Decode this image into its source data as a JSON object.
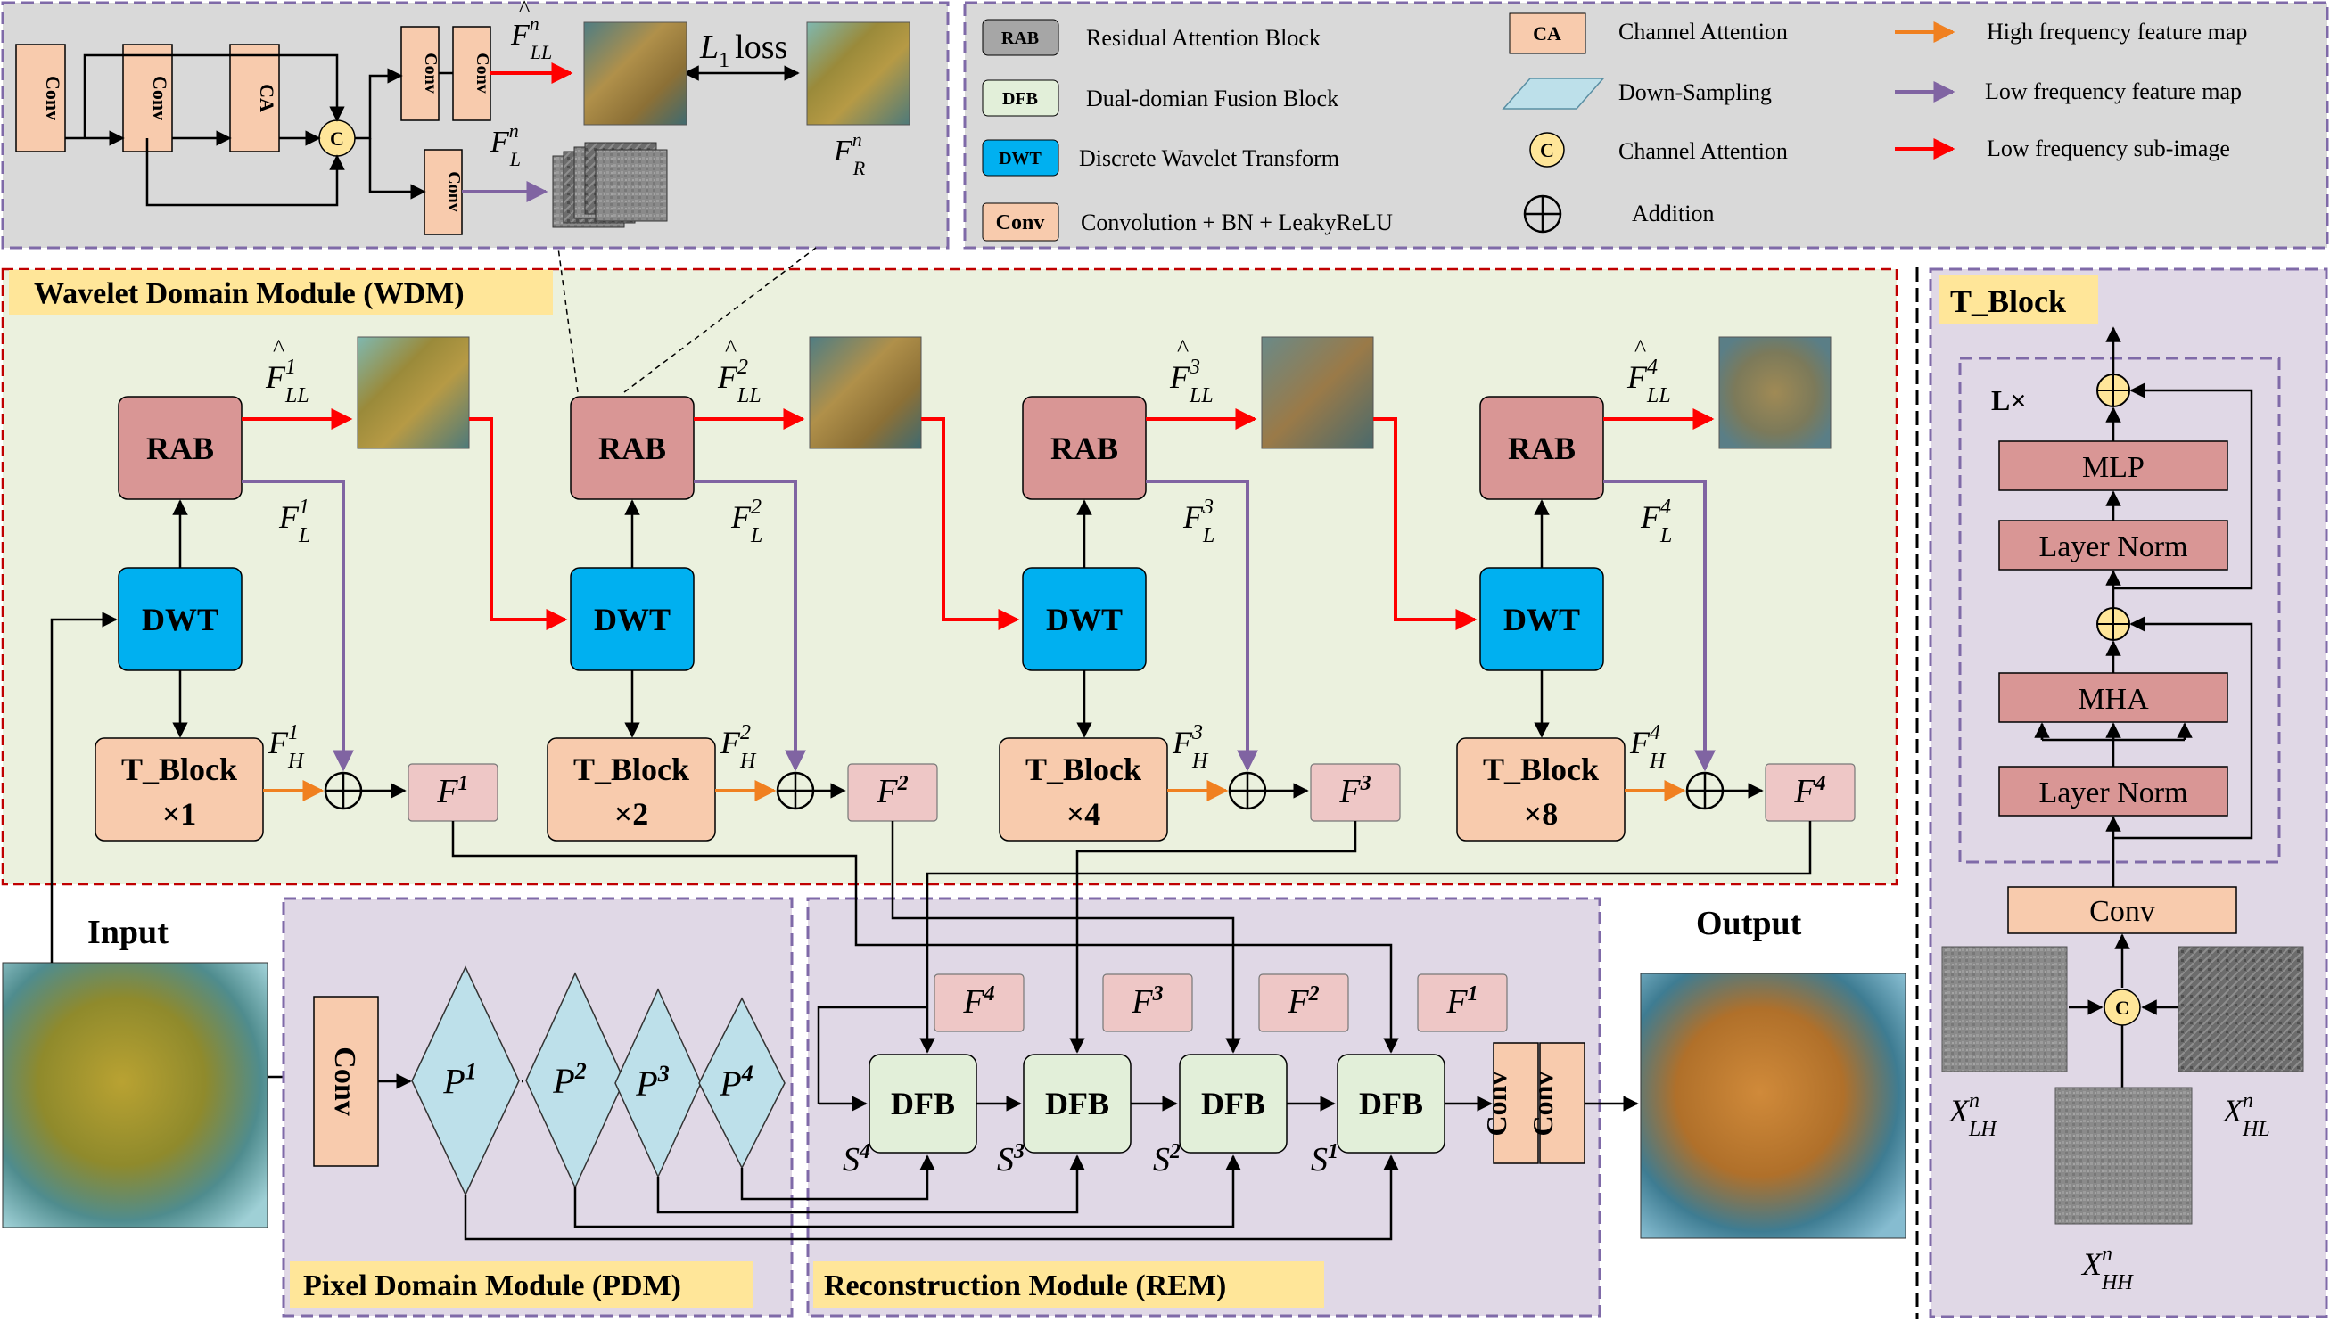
{
  "modules": {
    "wdm": "Wavelet Domain Module (WDM)",
    "pdm": "Pixel Domain Module (PDM)",
    "rem": "Reconstruction Module (REM)",
    "tblock": "T_Block"
  },
  "legend": {
    "rab": {
      "tag": "RAB",
      "text": "Residual Attention Block"
    },
    "dfb": {
      "tag": "DFB",
      "text": "Dual-domian Fusion Block"
    },
    "dwt": {
      "tag": "DWT",
      "text": "Discrete Wavelet Transform"
    },
    "conv": {
      "tag": "Conv",
      "text": "Convolution + BN + LeakyReLU"
    },
    "ca": {
      "tag": "CA",
      "text": "Channel Attention"
    },
    "down": {
      "text": "Down-Sampling"
    },
    "concat": {
      "tag": "C",
      "text": "Channel Attention"
    },
    "add": {
      "text": "Addition"
    },
    "high": {
      "text": "High frequency feature map"
    },
    "low": {
      "text": "Low frequency feature map"
    },
    "lowsub": {
      "text": "Low frequency sub-image"
    }
  },
  "detail": {
    "conv": "Conv",
    "ca": "CA",
    "c": "C",
    "loss_l": "L",
    "loss_sub": "1",
    "loss": "loss"
  },
  "wdm_blocks": {
    "rab": "RAB",
    "dwt": "DWT",
    "tblock": "T_Block",
    "mult": [
      "×1",
      "×2",
      "×4",
      "×8"
    ],
    "f_sup": [
      "1",
      "2",
      "3",
      "4"
    ]
  },
  "io": {
    "input": "Input",
    "output": "Output"
  },
  "pdm": {
    "conv": "Conv",
    "p": [
      "P",
      "P",
      "P",
      "P"
    ],
    "p_sup": [
      "1",
      "2",
      "3",
      "4"
    ]
  },
  "rem": {
    "dfb": "DFB",
    "f_sup": [
      "4",
      "3",
      "2",
      "1"
    ],
    "s_sup": [
      "4",
      "3",
      "2",
      "1"
    ],
    "conv": "Conv"
  },
  "tblock": {
    "lx": "L×",
    "mlp": "MLP",
    "ln1": "Layer Norm",
    "mha": "MHA",
    "ln2": "Layer Norm",
    "conv": "Conv",
    "c": "C",
    "lh": "LH",
    "hl": "HL",
    "hh": "HH",
    "n": "n"
  },
  "colors": {
    "rab": "#d99695",
    "dwt": "#00b0f0",
    "tblock": "#f8cbad",
    "dfb": "#e2efd9",
    "f": "#eec7c6",
    "conv": "#f8cbad",
    "pshape": "#bde0ea",
    "wdm_bg": "#ebf1de",
    "pdm_bg": "#e0d8e6",
    "legend_bg": "#d9d9d9",
    "high_arrow": "#f08020",
    "low_arrow": "#8064a2",
    "red_arrow": "#ff0000"
  }
}
